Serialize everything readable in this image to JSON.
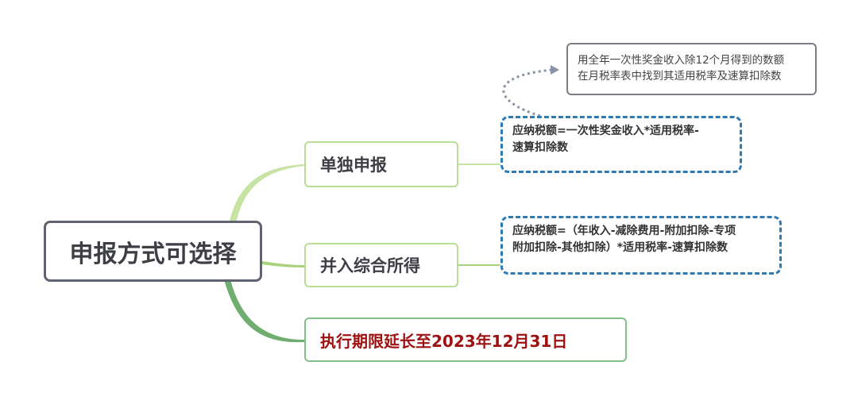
{
  "root": {
    "label": "申报方式可选择"
  },
  "branches": [
    {
      "label": "单独申报"
    },
    {
      "label": "并入综合所得"
    },
    {
      "label": "执行期限延长至2023年12月31日"
    }
  ],
  "notes": {
    "separate": {
      "lines": [
        "应纳税额=一次性奖金收入*适用税率-",
        "速算扣除数"
      ]
    },
    "combined": {
      "lines": [
        "应纳税额=（年收入-减除费用-附加扣除-专项",
        "附加扣除-其他扣除）*适用税率-速算扣除数"
      ]
    }
  },
  "tip": {
    "lines": [
      "用全年一次性奖金收入除12个月得到的数额",
      "在月税率表中找到其适用税率及速算扣除数"
    ]
  },
  "colors": {
    "root_border": "#5f6470",
    "branch_border": "#b9dc92",
    "deadline_border": "#7fbf88",
    "deadline_text": "#9e1111",
    "note_border": "#2e7ab3",
    "arrow": "#8a93a6"
  }
}
